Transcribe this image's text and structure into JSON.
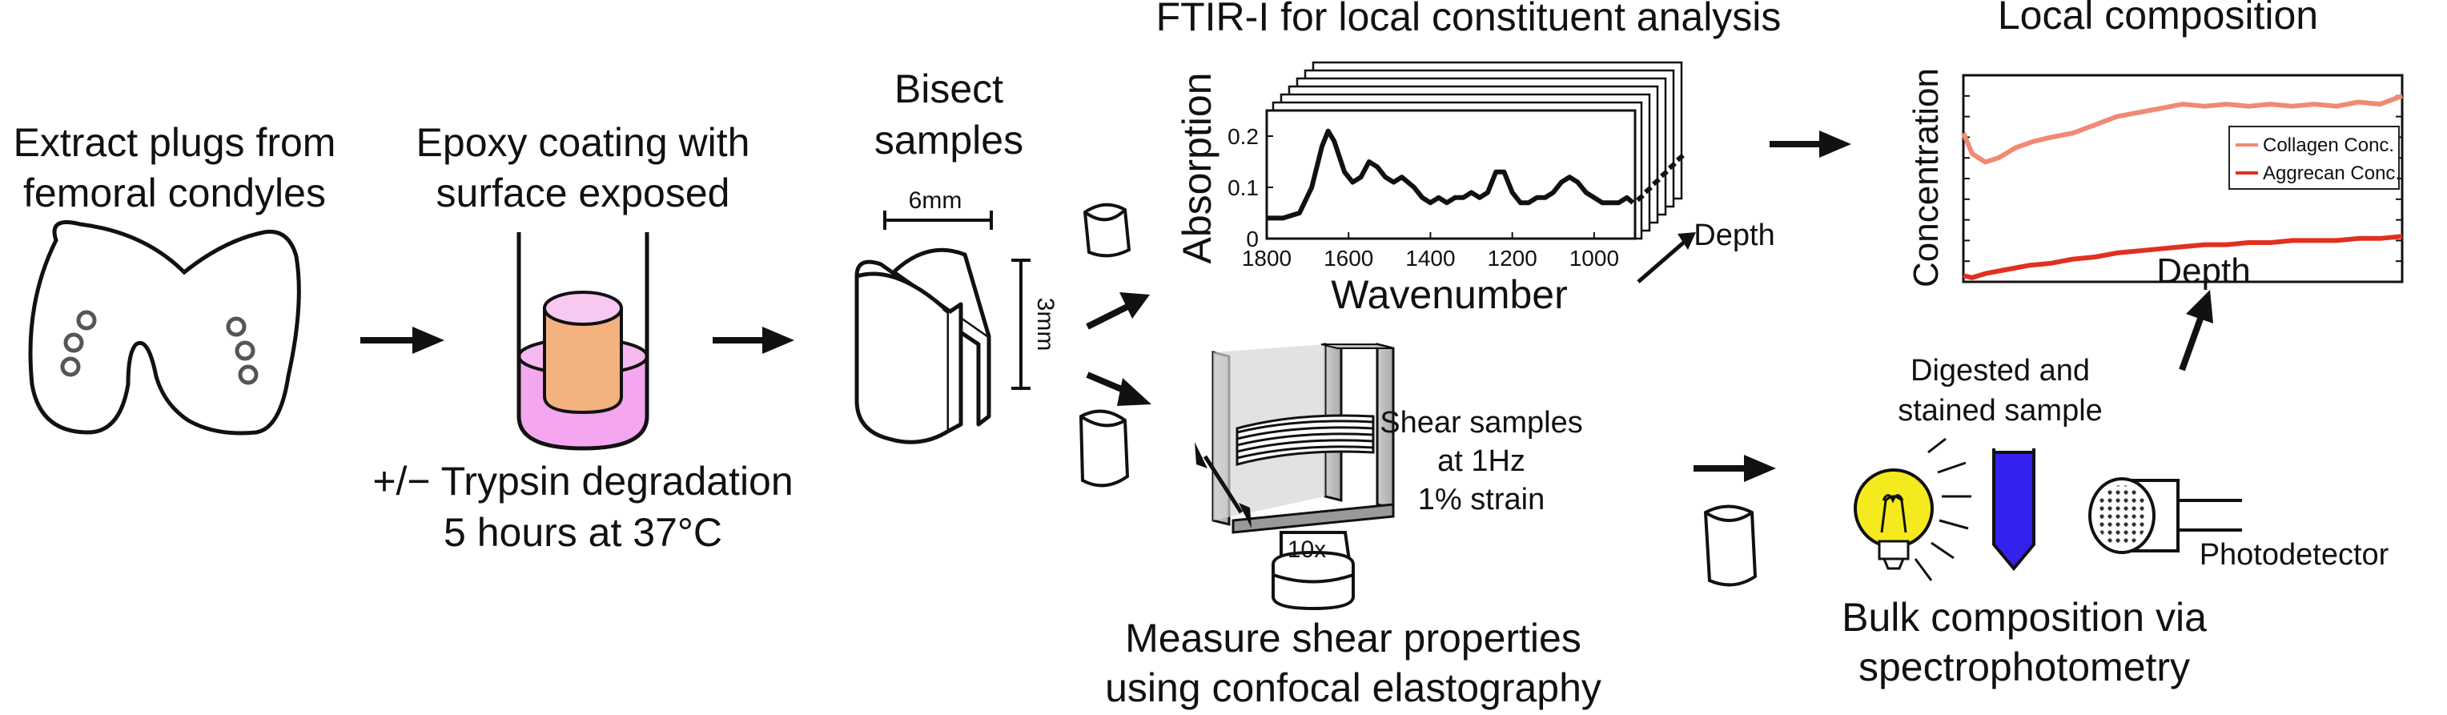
{
  "steps": {
    "extract": {
      "line1": "Extract plugs from",
      "line2": "femoral condyles"
    },
    "epoxy": {
      "line1": "Epoxy coating with",
      "line2": "surface exposed"
    },
    "trypsin": {
      "line1": "+/− Trypsin degradation",
      "line2": "5 hours at 37°C"
    },
    "bisect": {
      "line1": "Bisect",
      "line2": "samples",
      "width_label": "6mm",
      "height_label": "3mm"
    },
    "ftir": {
      "title": "FTIR-I for local constituent analysis",
      "depth_label": "Depth"
    },
    "composition": {
      "title": "Local composition"
    },
    "shear": {
      "line1": "Shear samples",
      "line2": "at 1Hz",
      "line3": "1% strain",
      "objective_label": "10x"
    },
    "elastography": {
      "line1": "Measure shear properties",
      "line2": "using confocal elastography"
    },
    "digest": {
      "line1": "Digested and",
      "line2": "stained sample",
      "detector_label": "Photodetector"
    },
    "bulk": {
      "line1": "Bulk composition via",
      "line2": "spectrophotometry"
    }
  },
  "chart_data": [
    {
      "type": "line",
      "xlabel": "Wavenumber",
      "ylabel": "Absorption",
      "xlim": [
        1800,
        900
      ],
      "ylim": [
        0,
        0.25
      ],
      "xticks": [
        "1800",
        "1600",
        "1400",
        "1200",
        "1000"
      ],
      "yticks": [
        "0",
        "0.1",
        "0.2"
      ],
      "series": [
        {
          "x": [
            1800,
            1760,
            1720,
            1690,
            1665,
            1650,
            1635,
            1610,
            1590,
            1570,
            1550,
            1530,
            1510,
            1490,
            1470,
            1455,
            1440,
            1420,
            1400,
            1380,
            1360,
            1340,
            1320,
            1300,
            1280,
            1260,
            1240,
            1220,
            1200,
            1180,
            1160,
            1140,
            1120,
            1100,
            1080,
            1060,
            1040,
            1020,
            1000,
            980,
            960,
            940,
            920,
            905
          ],
          "y": [
            0.04,
            0.04,
            0.05,
            0.1,
            0.18,
            0.21,
            0.19,
            0.13,
            0.11,
            0.12,
            0.15,
            0.14,
            0.12,
            0.11,
            0.12,
            0.11,
            0.1,
            0.08,
            0.07,
            0.08,
            0.07,
            0.08,
            0.08,
            0.09,
            0.08,
            0.09,
            0.13,
            0.13,
            0.09,
            0.07,
            0.07,
            0.08,
            0.08,
            0.09,
            0.11,
            0.12,
            0.11,
            0.09,
            0.08,
            0.07,
            0.07,
            0.07,
            0.08,
            0.07
          ],
          "color": "#111111"
        }
      ]
    },
    {
      "type": "line",
      "xlabel": "Depth",
      "ylabel": "Concentration",
      "xlim": [
        0,
        1
      ],
      "ylim": [
        0,
        1
      ],
      "legend_position": "right",
      "series": [
        {
          "name": "Collagen Conc.",
          "color": "#f08a72",
          "x": [
            0,
            0.02,
            0.05,
            0.08,
            0.12,
            0.16,
            0.2,
            0.25,
            0.3,
            0.35,
            0.4,
            0.45,
            0.5,
            0.55,
            0.6,
            0.65,
            0.7,
            0.75,
            0.8,
            0.85,
            0.9,
            0.95,
            1.0
          ],
          "y": [
            0.72,
            0.62,
            0.58,
            0.6,
            0.65,
            0.68,
            0.7,
            0.72,
            0.76,
            0.8,
            0.82,
            0.84,
            0.86,
            0.85,
            0.86,
            0.85,
            0.86,
            0.85,
            0.86,
            0.85,
            0.87,
            0.86,
            0.9
          ]
        },
        {
          "name": "Aggrecan Conc.",
          "color": "#e03020",
          "x": [
            0,
            0.02,
            0.05,
            0.1,
            0.15,
            0.2,
            0.25,
            0.3,
            0.35,
            0.4,
            0.45,
            0.5,
            0.55,
            0.6,
            0.65,
            0.7,
            0.75,
            0.8,
            0.85,
            0.9,
            0.95,
            1.0
          ],
          "y": [
            0.03,
            0.02,
            0.04,
            0.06,
            0.08,
            0.09,
            0.11,
            0.12,
            0.14,
            0.15,
            0.16,
            0.17,
            0.18,
            0.18,
            0.19,
            0.19,
            0.2,
            0.2,
            0.2,
            0.21,
            0.21,
            0.22
          ]
        }
      ]
    }
  ]
}
